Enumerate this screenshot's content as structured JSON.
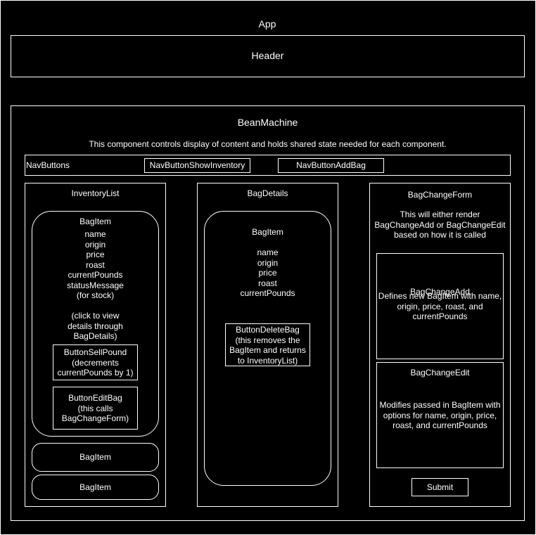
{
  "app": {
    "label": "App"
  },
  "header": {
    "label": "Header"
  },
  "bean_machine": {
    "label": "BeanMachine",
    "description": "This component controls display of content and holds shared state needed for each component."
  },
  "nav": {
    "label": "NavButtons",
    "show_inventory": "NavButtonShowInventory",
    "add_bag": "NavButtonAddBag"
  },
  "inventory": {
    "label": "InventoryList",
    "bag_item": {
      "label": "BagItem",
      "fields": "name\norigin\nprice\nroast\ncurrentPounds\nstatusMessage\n(for stock)\n\n(click to view\ndetails through\nBagDetails)",
      "sell_pound": "ButtonSellPound\n(decrements\ncurrentPounds by 1)",
      "edit_bag": "ButtonEditBag\n(this calls\nBagChangeForm)"
    },
    "bag_item_2": "BagItem",
    "bag_item_3": "BagItem"
  },
  "details": {
    "label": "BagDetails",
    "bag_item": {
      "label": "BagItem",
      "fields": "name\norigin\nprice\nroast\ncurrentPounds",
      "delete_bag": "ButtonDeleteBag\n(this removes the\nBagItem and returns\nto InventoryList)"
    }
  },
  "form": {
    "label": "BagChangeForm",
    "description": "This will either render\nBagChangeAdd or BagChangeEdit\nbased on how it is called",
    "add": {
      "label": "BagChangeAdd",
      "description": "Defines new BagItem with name,\norigin, price, roast, and\ncurrentPounds"
    },
    "edit": {
      "label": "BagChangeEdit",
      "description": "Modifies passed in BagItem with\noptions for name, origin, price,\nroast, and currentPounds"
    },
    "submit": "Submit"
  }
}
